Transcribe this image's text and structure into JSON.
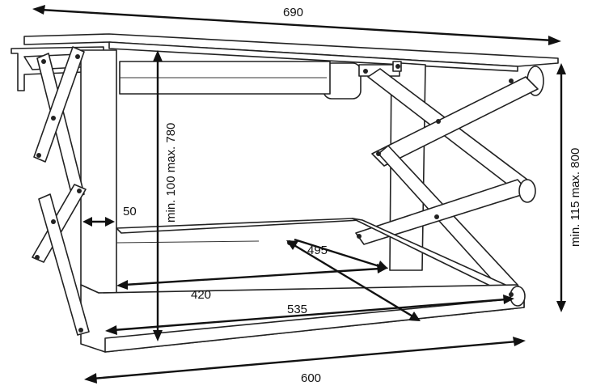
{
  "colors": {
    "line": "#222222",
    "dimension": "#111111",
    "background": "#ffffff"
  },
  "dimensions": {
    "top_width": "690",
    "bottom_width": "600",
    "right_height": "min. 115  max. 800",
    "inner_height": "min. 100  max. 780",
    "rail_gap": "50",
    "inner_depth_a": "495",
    "inner_depth_b": "420",
    "inner_length": "535"
  }
}
